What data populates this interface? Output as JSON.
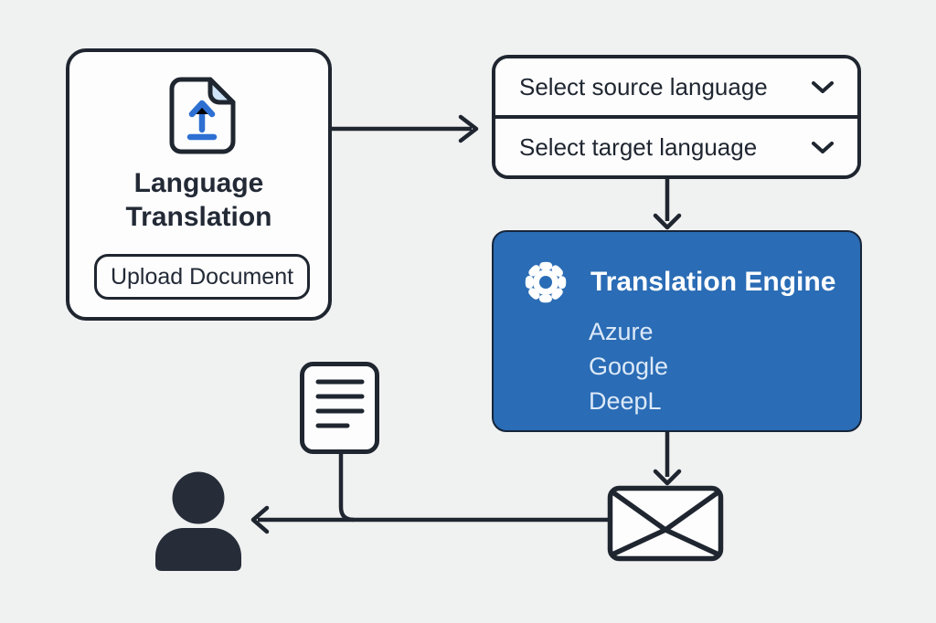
{
  "upload_card": {
    "title": "Language Translation",
    "button_label": "Upload Document",
    "icon": "document-upload-icon"
  },
  "selectors": {
    "source_label": "Select source language",
    "target_label": "Select target language",
    "dropdown_icon": "chevron-down-icon"
  },
  "engine": {
    "title": "Translation Engine",
    "icon": "gear-icon",
    "providers": [
      "Azure",
      "Google",
      "DeepL"
    ]
  },
  "output_icons": {
    "email": "envelope-icon",
    "translated_document": "document-icon",
    "recipient": "person-icon"
  },
  "colors": {
    "background": "#f0f1f1",
    "stroke_dark": "#1f2630",
    "accent_blue": "#2a6cb5",
    "upload_arrow_blue": "#2e6fd2",
    "engine_list_text": "#dce9f8"
  }
}
